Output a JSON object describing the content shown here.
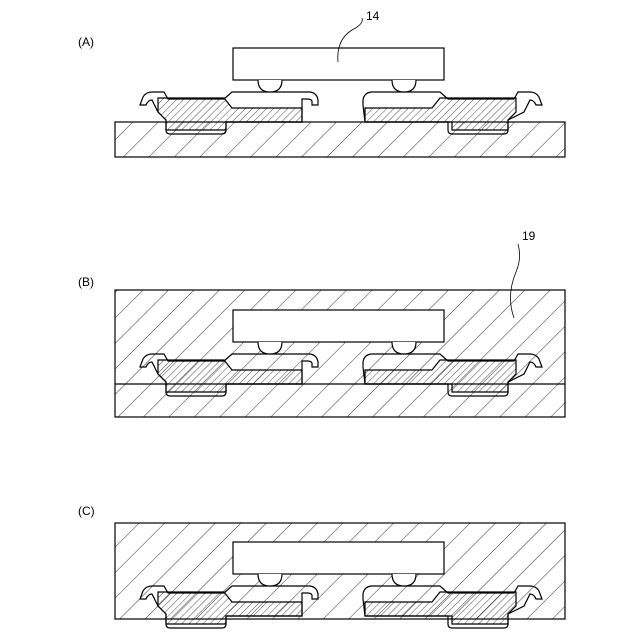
{
  "panels": [
    {
      "label": "(A)"
    },
    {
      "label": "(B)"
    },
    {
      "label": "(C)"
    }
  ],
  "reference_numerals": [
    {
      "text": "14"
    },
    {
      "text": "19"
    }
  ]
}
